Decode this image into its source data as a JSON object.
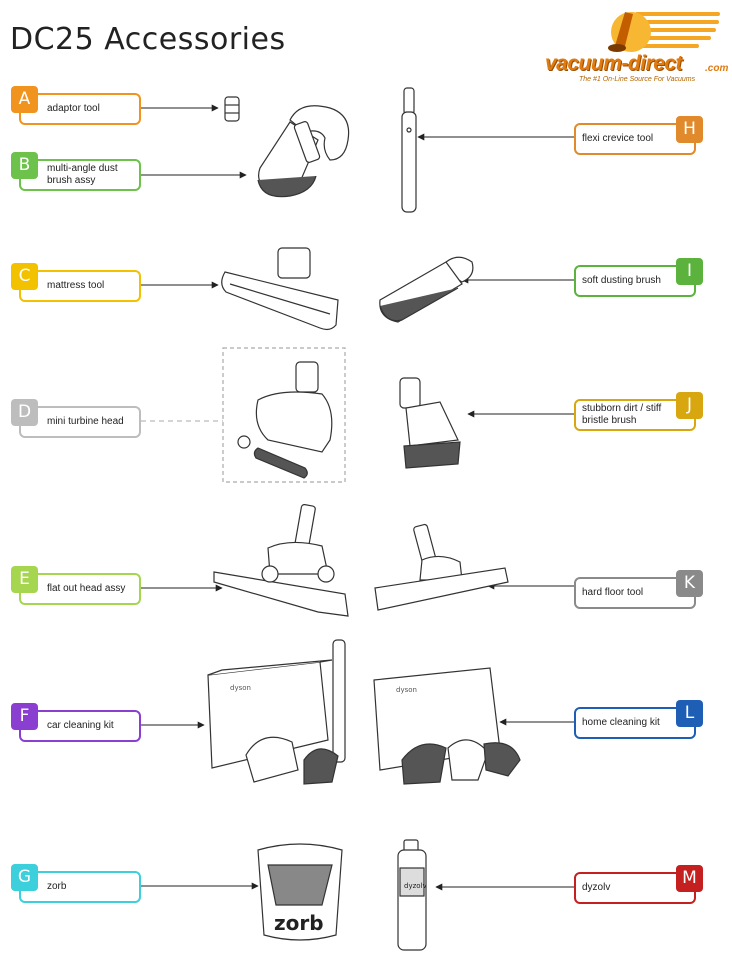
{
  "title": "DC25 Accessories",
  "logo": {
    "name": "vacuum-direct",
    "suffix": ".com",
    "tagline": "The #1 On-Line Source For Vacuums"
  },
  "colors": {
    "A": "#f0941f",
    "B": "#6cc24a",
    "C": "#f2c100",
    "D": "#bdbdbd",
    "E": "#a6d64f",
    "F": "#8b3fd0",
    "G": "#3ccfdc",
    "H": "#e08a2c",
    "I": "#5bb33e",
    "J": "#d8a60f",
    "K": "#8a8a8a",
    "L": "#1e5fb5",
    "M": "#c42020"
  },
  "left_items": [
    {
      "letter": "A",
      "label": "adaptor tool"
    },
    {
      "letter": "B",
      "label": "multi-angle dust brush assy"
    },
    {
      "letter": "C",
      "label": "mattress tool"
    },
    {
      "letter": "D",
      "label": "mini turbine head"
    },
    {
      "letter": "E",
      "label": "flat out head assy"
    },
    {
      "letter": "F",
      "label": "car cleaning kit"
    },
    {
      "letter": "G",
      "label": "zorb"
    }
  ],
  "right_items": [
    {
      "letter": "H",
      "label": "flexi crevice tool"
    },
    {
      "letter": "I",
      "label": "soft dusting brush"
    },
    {
      "letter": "J",
      "label": "stubborn dirt / stiff bristle brush"
    },
    {
      "letter": "K",
      "label": "hard floor tool"
    },
    {
      "letter": "L",
      "label": "home cleaning kit"
    },
    {
      "letter": "M",
      "label": "dyzolv"
    }
  ],
  "artwork_text": {
    "kit_brand": "dyson",
    "zorb_text": "zorb",
    "dyzolv_text": "dyzolv"
  }
}
